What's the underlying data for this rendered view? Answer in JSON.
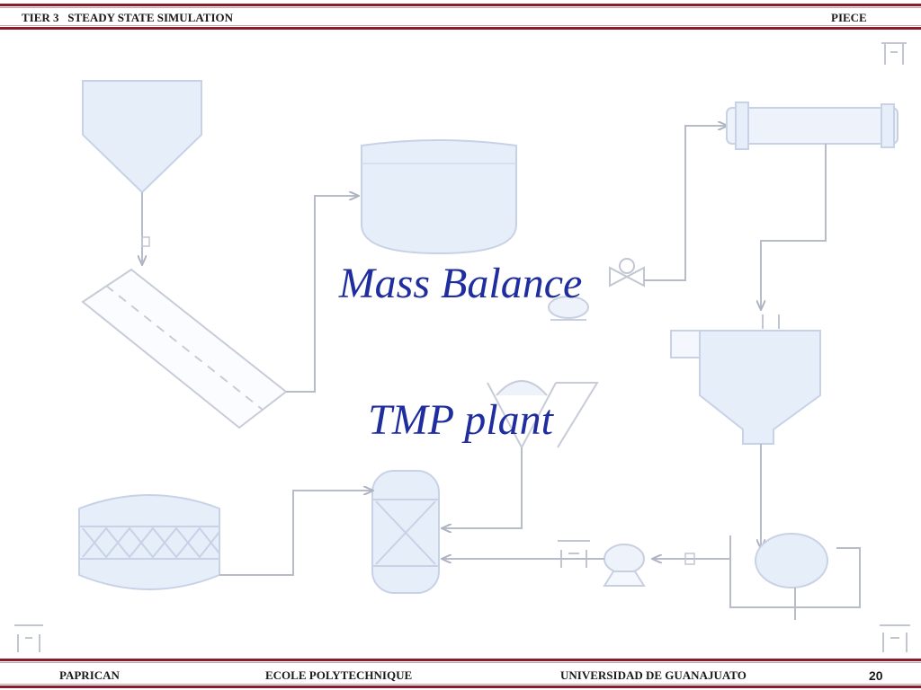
{
  "header": {
    "left_text": "TIER 3   STEADY STATE SIMULATION",
    "right_text": "PIECE"
  },
  "title": {
    "line1": "Mass Balance",
    "line2": "TMP plant"
  },
  "footer": {
    "org1": "PAPRICAN",
    "org2": "ECOLE POLYTECHNIQUE",
    "org3": "UNIVERSIDAD DE GUANAJUATO",
    "page_number": "20"
  },
  "colors": {
    "accent_bar": "#8a1d2b",
    "title_text": "#1f2d9e",
    "equipment_fill": "#e6eefa",
    "pipe_line": "#b8bcc8"
  }
}
